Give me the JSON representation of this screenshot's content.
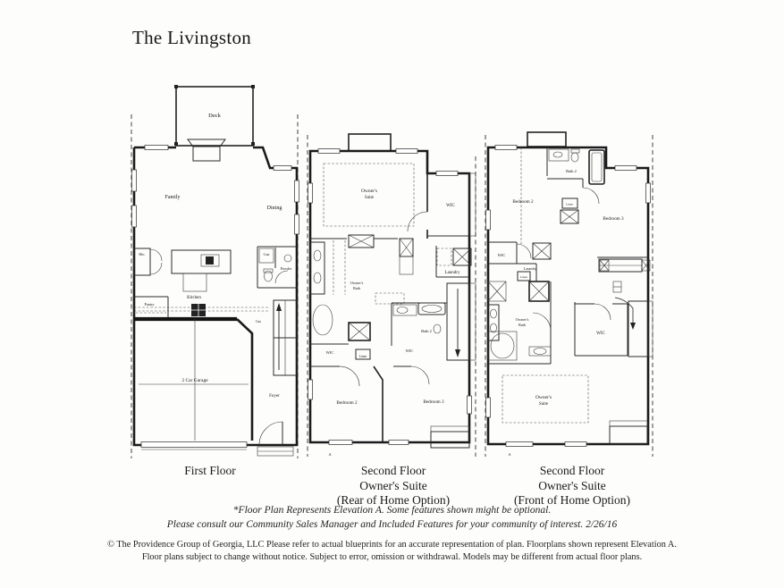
{
  "title": "The Livingston",
  "plans": {
    "first": {
      "caption": [
        "First Floor"
      ],
      "rooms": {
        "deck": "Deck",
        "family": "Family",
        "dining": "Dining",
        "mech": "Mec.",
        "kitchen": "Kitchen",
        "pantry": "Pantry",
        "coat": "Coat",
        "powder": "Powder",
        "gas": "Gas",
        "garage": "2 Car Garage",
        "foyer": "Foyer"
      }
    },
    "rear": {
      "caption": [
        "Second Floor",
        "Owner's Suite",
        "(Rear of Home Option)"
      ],
      "rooms": {
        "owners_suite": [
          "Owner's",
          "Suite"
        ],
        "wic_right": "WIC",
        "laundry": "Laundry",
        "owners_bath": [
          "Owner's",
          "Bath"
        ],
        "bath2": "Bath 2",
        "wic_mid": "WIC",
        "wic_left": "WIC",
        "linen": "Linen",
        "bedroom2": "Bedroom 2",
        "bedroom3": "Bedroom 3",
        "marker": "A"
      }
    },
    "front": {
      "caption": [
        "Second Floor",
        "Owner's Suite",
        "(Front of Home Option)"
      ],
      "rooms": {
        "bath2": "Bath 2",
        "bedroom2": "Bedroom 2",
        "linen_top": "Linen",
        "bedroom3": "Bedroom 3",
        "wic_top": "WIC",
        "laundry": "Laundry",
        "linen_mid": "Linen",
        "owners_bath": [
          "Owner's",
          "Bath"
        ],
        "wic_mid": "WIC",
        "owners_suite": [
          "Owner's",
          "Suite"
        ],
        "marker": "A"
      }
    }
  },
  "footnotes": [
    "*Floor Plan Represents Elevation A. Some features shown might be optional.",
    "Please consult our Community Sales Manager and Included Features for your community of interest. 2/26/16"
  ],
  "legal": [
    "© The Providence Group of Georgia, LLC Please refer to actual blueprints for an accurate representation of plan. Floorplans shown represent Elevation A.",
    "Floor plans subject to change without notice.  Subject to error, omission or withdrawal. Models may be different from actual floor plans."
  ]
}
